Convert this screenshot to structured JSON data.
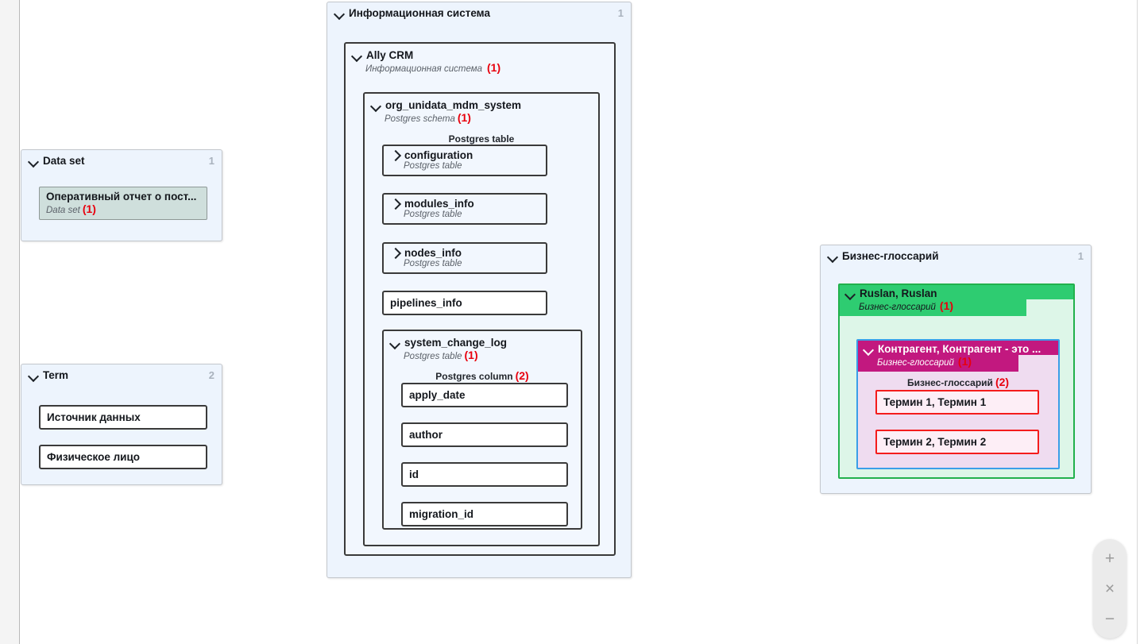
{
  "canvas": {
    "zoom_controls": {
      "zoom_in_label": "+",
      "reset_label": "×",
      "zoom_out_label": "−"
    }
  },
  "groups": {
    "data_set": {
      "title": "Data set",
      "count": "1",
      "items": [
        {
          "title": "Оперативный отчет о пост...",
          "subtype": "Data set",
          "badge": "(1)"
        }
      ]
    },
    "term": {
      "title": "Term",
      "count": "2",
      "items": [
        {
          "title": "Источник данных"
        },
        {
          "title": "Физическое лицо"
        }
      ]
    },
    "information_system": {
      "title": "Информационная система",
      "count": "1",
      "system": {
        "title": "Ally CRM",
        "subtype": "Информационная система",
        "badge": "(1)",
        "schema": {
          "title": "org_unidata_mdm_system",
          "subtype": "Postgres schema",
          "badge": "(1)",
          "children_type_label": "Postgres table",
          "tables": [
            {
              "title": "configuration",
              "subtype": "Postgres table",
              "expanded": false
            },
            {
              "title": "modules_info",
              "subtype": "Postgres table",
              "expanded": false
            },
            {
              "title": "nodes_info",
              "subtype": "Postgres table",
              "expanded": false
            },
            {
              "title": "pipelines_info",
              "subtype": "",
              "expanded": false
            }
          ],
          "expanded_table": {
            "title": "system_change_log",
            "subtype": "Postgres table",
            "badge": "(1)",
            "children_type_label": "Postgres column",
            "children_badge": "(2)",
            "columns": [
              {
                "title": "apply_date"
              },
              {
                "title": "author"
              },
              {
                "title": "id"
              },
              {
                "title": "migration_id"
              }
            ]
          }
        }
      }
    },
    "business_glossary": {
      "title": "Бизнес-глоссарий",
      "count": "1",
      "root": {
        "title": "Ruslan, Ruslan",
        "subtype": "Бизнес-глоссарий",
        "badge": "(1)",
        "child": {
          "title": "Контрагент, Контрагент - это ...",
          "subtype": "Бизнес-глоссарий",
          "badge": "(1)",
          "children_type_label": "Бизнес-глоссарий",
          "children_badge": "(2)",
          "terms": [
            {
              "title": "Термин 1, Термин 1"
            },
            {
              "title": "Термин 2, Термин 2"
            }
          ]
        }
      }
    }
  },
  "colors": {
    "panel_bg": "#edf4fd",
    "badge_red": "#e8000d",
    "green_header": "#2ecc71",
    "green_border": "#22b14c",
    "magenta_header": "#c2187f",
    "blue_border": "#3a9ee8",
    "term_border": "#f41c1c",
    "dataset_item_bg": "#cfdfdc"
  }
}
